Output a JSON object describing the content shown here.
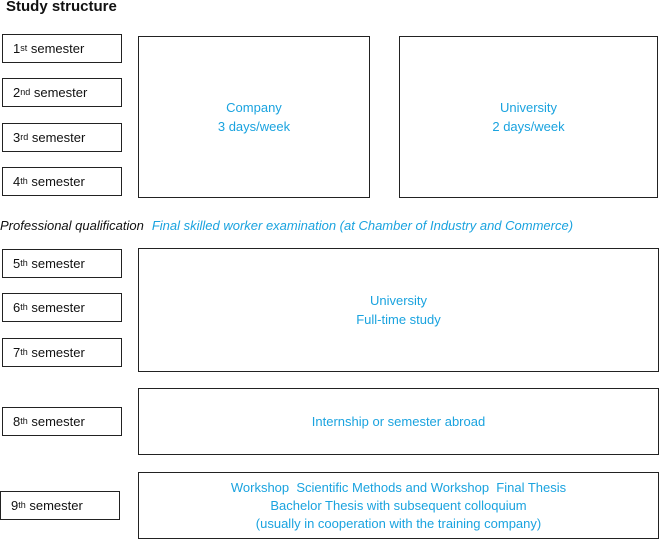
{
  "title": "Study structure",
  "accent_color": "#1aa3df",
  "semesters": [
    {
      "num": "1",
      "suffix": "st",
      "word": "semester"
    },
    {
      "num": "2",
      "suffix": "nd",
      "word": "semester"
    },
    {
      "num": "3",
      "suffix": "rd",
      "word": "semester"
    },
    {
      "num": "4",
      "suffix": "th",
      "word": "semester"
    },
    {
      "num": "5",
      "suffix": "th",
      "word": "semester"
    },
    {
      "num": "6",
      "suffix": "th",
      "word": "semester"
    },
    {
      "num": "7",
      "suffix": "th",
      "word": "semester"
    },
    {
      "num": "8",
      "suffix": "th",
      "word": "semester"
    },
    {
      "num": "9",
      "suffix": "th",
      "word": "semester"
    }
  ],
  "phase1": {
    "company": {
      "line1": "Company",
      "line2": "3 days/week"
    },
    "university": {
      "line1": "University",
      "line2": "2 days/week"
    }
  },
  "qualification": {
    "label": "Professional qualification",
    "text": "Final skilled worker examination (at Chamber of Industry and Commerce)"
  },
  "phase2": {
    "line1": "University",
    "line2": "Full-time study"
  },
  "phase3": {
    "line1": "Internship or semester abroad"
  },
  "phase4": {
    "line1": "Workshop  Scientific Methods and Workshop  Final Thesis",
    "line2": "Bachelor Thesis with subsequent colloquium",
    "line3": "(usually in cooperation with the training company)"
  }
}
